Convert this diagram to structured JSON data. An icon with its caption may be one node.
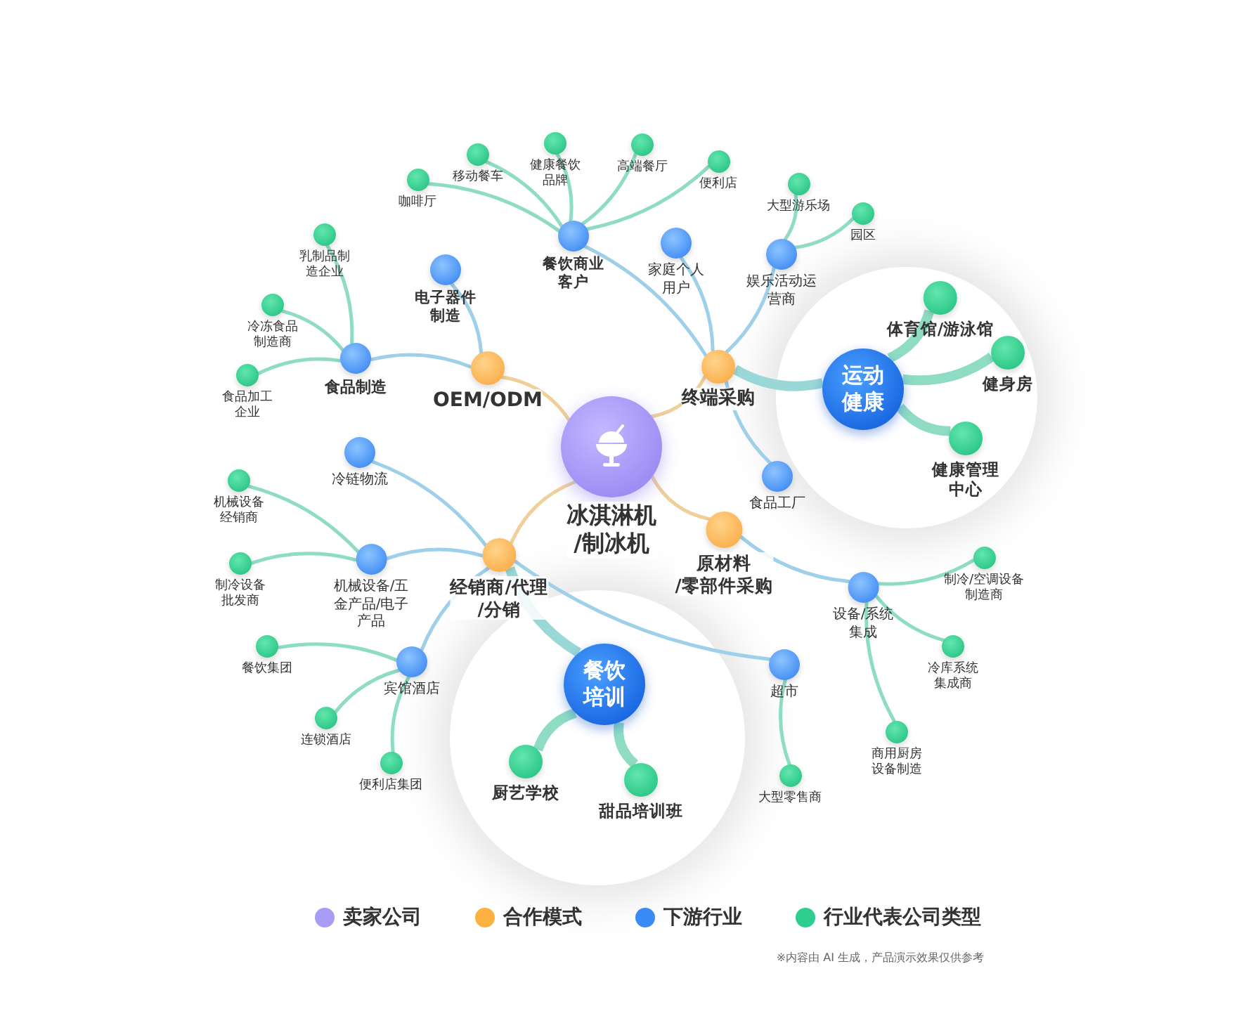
{
  "diagram": {
    "nodes": [
      {
        "text": [
          "冰淇淋机/制冰机"
        ]
      },
      {
        "text": [
          "OEM/ODM"
        ]
      },
      {
        "text": [
          "终端采购"
        ]
      },
      {
        "text": [
          "经销商/代理/分销"
        ]
      },
      {
        "text": [
          "原材料/零部件采购"
        ]
      },
      {
        "text": [
          "电子器件制造"
        ]
      },
      {
        "text": [
          "食品制造"
        ]
      },
      {
        "text": [
          "乳制品制造企业"
        ]
      },
      {
        "text": [
          "冷冻食品制造商"
        ]
      },
      {
        "text": [
          "食品加工企业"
        ]
      },
      {
        "text": [
          "餐饮商业客户"
        ]
      },
      {
        "text": [
          "家庭个人用户"
        ]
      },
      {
        "text": [
          "娱乐活动运营商"
        ]
      },
      {
        "text": [
          "食品工厂"
        ]
      },
      {
        "text": [
          "咖啡厅"
        ]
      },
      {
        "text": [
          "移动餐车"
        ]
      },
      {
        "text": [
          "健康餐饮品牌"
        ]
      },
      {
        "text": [
          "高端餐厅"
        ]
      },
      {
        "text": [
          "便利店"
        ]
      },
      {
        "text": [
          "大型游乐场"
        ]
      },
      {
        "text": [
          "园区"
        ]
      },
      {
        "text": [
          "运动健康"
        ]
      },
      {
        "text": [
          "体育馆/游泳馆"
        ]
      },
      {
        "text": [
          "健身房"
        ]
      },
      {
        "text": [
          "健康管理中心"
        ]
      },
      {
        "text": [
          "冷链物流"
        ]
      },
      {
        "text": [
          "机械设备/五金产品/电子产品"
        ]
      },
      {
        "text": [
          "宾馆酒店"
        ]
      },
      {
        "text": [
          "超市"
        ]
      },
      {
        "text": [
          "机械设备经销商"
        ]
      },
      {
        "text": [
          "制冷设备批发商"
        ]
      },
      {
        "text": [
          "餐饮集团"
        ]
      },
      {
        "text": [
          "连锁酒店"
        ]
      },
      {
        "text": [
          "便利店集团"
        ]
      },
      {
        "text": [
          "大型零售商"
        ]
      },
      {
        "text": [
          "餐饮培训"
        ]
      },
      {
        "text": [
          "厨艺学校"
        ]
      },
      {
        "text": [
          "甜品培训班"
        ]
      },
      {
        "text": [
          "设备/系统集成"
        ]
      },
      {
        "text": [
          "制冷/空调设备制造商"
        ]
      },
      {
        "text": [
          "冷库系统集成商"
        ]
      },
      {
        "text": [
          "商用厨房设备制造"
        ]
      }
    ],
    "edges": [
      {
        "from": 0,
        "to": 1,
        "arrow": "none",
        "color": "#f0cf9a"
      },
      {
        "from": 0,
        "to": 2,
        "arrow": "none",
        "color": "#f0cf9a"
      },
      {
        "from": 0,
        "to": 3,
        "arrow": "none",
        "color": "#f0cf9a"
      },
      {
        "from": 0,
        "to": 4,
        "arrow": "none",
        "color": "#f0cf9a"
      },
      {
        "from": 1,
        "to": 5,
        "arrow": "none"
      },
      {
        "from": 1,
        "to": 6,
        "arrow": "none"
      },
      {
        "from": 6,
        "to": 7,
        "arrow": "none"
      },
      {
        "from": 6,
        "to": 8,
        "arrow": "none"
      },
      {
        "from": 6,
        "to": 9,
        "arrow": "none"
      },
      {
        "from": 2,
        "to": 10,
        "arrow": "none"
      },
      {
        "from": 2,
        "to": 11,
        "arrow": "none"
      },
      {
        "from": 2,
        "to": 12,
        "arrow": "none"
      },
      {
        "from": 2,
        "to": 13,
        "arrow": "none"
      },
      {
        "from": 10,
        "to": 14,
        "arrow": "none"
      },
      {
        "from": 10,
        "to": 15,
        "arrow": "none"
      },
      {
        "from": 10,
        "to": 16,
        "arrow": "none"
      },
      {
        "from": 10,
        "to": 17,
        "arrow": "none"
      },
      {
        "from": 10,
        "to": 18,
        "arrow": "none"
      },
      {
        "from": 12,
        "to": 19,
        "arrow": "none"
      },
      {
        "from": 12,
        "to": 20,
        "arrow": "none"
      },
      {
        "from": 2,
        "to": 21,
        "arrow": "none",
        "style": "thick"
      },
      {
        "from": 21,
        "to": 22,
        "arrow": "none",
        "style": "thick"
      },
      {
        "from": 21,
        "to": 23,
        "arrow": "none",
        "style": "thick"
      },
      {
        "from": 21,
        "to": 24,
        "arrow": "none",
        "style": "thick"
      },
      {
        "from": 3,
        "to": 25,
        "arrow": "none"
      },
      {
        "from": 3,
        "to": 26,
        "arrow": "none"
      },
      {
        "from": 3,
        "to": 27,
        "arrow": "none"
      },
      {
        "from": 3,
        "to": 28,
        "arrow": "none"
      },
      {
        "from": 26,
        "to": 29,
        "arrow": "none"
      },
      {
        "from": 26,
        "to": 30,
        "arrow": "none"
      },
      {
        "from": 27,
        "to": 31,
        "arrow": "none"
      },
      {
        "from": 27,
        "to": 32,
        "arrow": "none"
      },
      {
        "from": 27,
        "to": 33,
        "arrow": "none"
      },
      {
        "from": 28,
        "to": 34,
        "arrow": "none"
      },
      {
        "from": 3,
        "to": 35,
        "arrow": "none",
        "style": "thick"
      },
      {
        "from": 35,
        "to": 36,
        "arrow": "none",
        "style": "thick"
      },
      {
        "from": 35,
        "to": 37,
        "arrow": "none",
        "style": "thick"
      },
      {
        "from": 4,
        "to": 38,
        "arrow": "none"
      },
      {
        "from": 38,
        "to": 39,
        "arrow": "none"
      },
      {
        "from": 38,
        "to": 40,
        "arrow": "none"
      },
      {
        "from": 38,
        "to": 41,
        "arrow": "none"
      }
    ],
    "labels": [
      "※内容由 AI 生成，产品演示效果仅供参考"
    ],
    "legend": [
      {
        "text": "卖家公司",
        "color": "#a99cf7"
      },
      {
        "text": "合作模式",
        "color": "#fbb040"
      },
      {
        "text": "下游行业",
        "color": "#3b8bf5"
      },
      {
        "text": "行业代表公司类型",
        "color": "#2ecf8e"
      }
    ]
  }
}
